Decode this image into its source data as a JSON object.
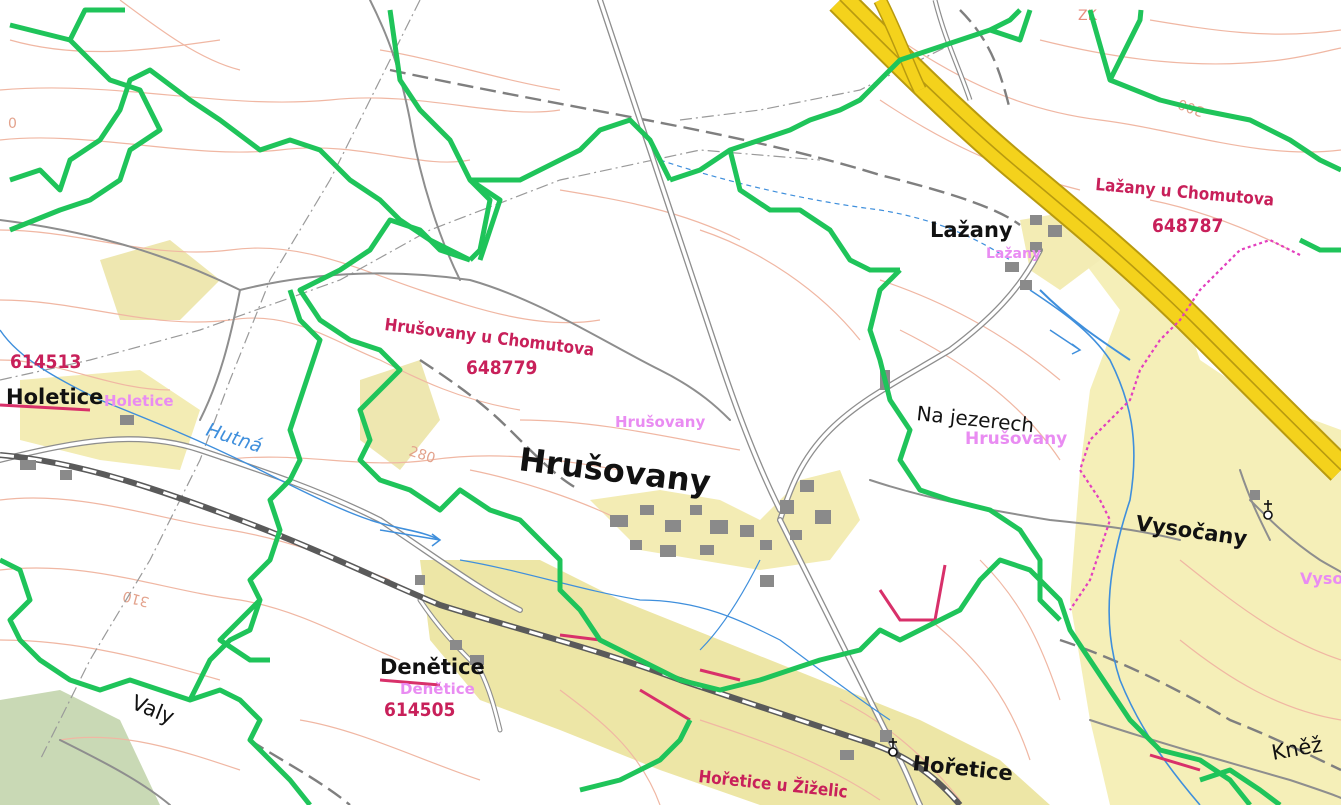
{
  "colors": {
    "background": "#ffffff",
    "cadastral_boundary": "#1fc45a",
    "cadastral_label": "#c8205a",
    "settlement_label": "#e98cf2",
    "contour": "#f0b7a3",
    "contour_label": "#e3a28c",
    "road_gray": "#8e8e8e",
    "road_white_fill": "#ffffff",
    "railway": "#5a5a5a",
    "highway_yellow": "#f4d21c",
    "highway_edge": "#b89a10",
    "water": "#3f8fdc",
    "settlement_fill": "#f5efb8",
    "buildings": "#8a8a8a",
    "magenta_boundary": "#e33fbe",
    "red_line": "#d8306a"
  },
  "labels": {
    "hrusovany_cad": "Hrušovany u Chomutova",
    "hrusovany_code": "648779",
    "lazany_cad": "Lažany u Chomutova",
    "lazany_code": "648787",
    "denetice_code": "614505",
    "holetice_code": "614513",
    "horetice_cad": "Hořetice u Žiželic",
    "hrusovany_village": "Hrušovany",
    "lazany_village": "Lažany",
    "denetice_village": "Denětice",
    "holetice_village": "Holetice",
    "vysocany_village": "Vysočany",
    "horetice_village": "Hořetice",
    "knez_village": "Kněž",
    "na_jezerech": "Na jezerech",
    "valy": "Valy",
    "hutna": "Hutná",
    "pink_hrusovany_1": "Hrušovany",
    "pink_hrusovany_2": "Hrušovany",
    "pink_lazany": "Lažany",
    "pink_holetice": "Holetice",
    "pink_denetice": "Denětice",
    "pink_vysoc": "Vysoč",
    "contour_280": "280",
    "contour_300": "300",
    "contour_310": "310",
    "contour_0": "0",
    "top_zk": "ZK"
  },
  "icons": {
    "church_horetice": "church-icon",
    "church_vysocany": "church-icon"
  }
}
